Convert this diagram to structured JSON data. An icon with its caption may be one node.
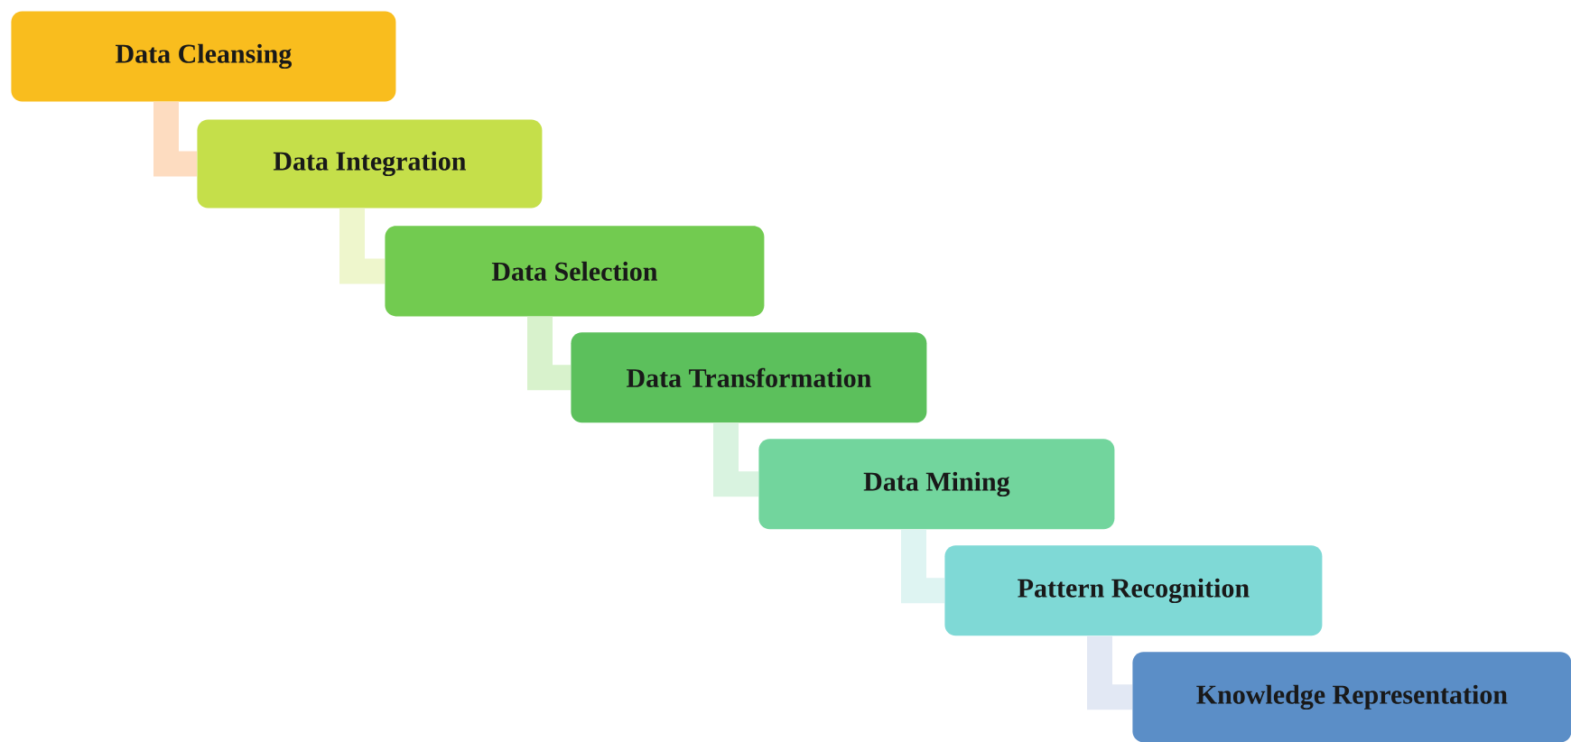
{
  "diagram": {
    "nodes": [
      {
        "text": [
          "Data Cleansing"
        ]
      },
      {
        "text": [
          "Data Integration"
        ]
      },
      {
        "text": [
          "Data Selection"
        ]
      },
      {
        "text": [
          "Data Transformation"
        ]
      },
      {
        "text": [
          "Data Mining"
        ]
      },
      {
        "text": [
          "Pattern Recognition"
        ]
      },
      {
        "text": [
          "Knowledge Representation"
        ]
      }
    ],
    "edges": [
      {
        "from": 0,
        "to": 1,
        "arrow": "none",
        "color": "#fddcc0"
      },
      {
        "from": 1,
        "to": 2,
        "arrow": "none",
        "color": "#eef6cc"
      },
      {
        "from": 2,
        "to": 3,
        "arrow": "none",
        "color": "#d8f2cc"
      },
      {
        "from": 3,
        "to": 4,
        "arrow": "none",
        "color": "#d9f3e0"
      },
      {
        "from": 4,
        "to": 5,
        "arrow": "none",
        "color": "#def4f2"
      },
      {
        "from": 5,
        "to": 6,
        "arrow": "none",
        "color": "#e2e8f4"
      }
    ]
  }
}
